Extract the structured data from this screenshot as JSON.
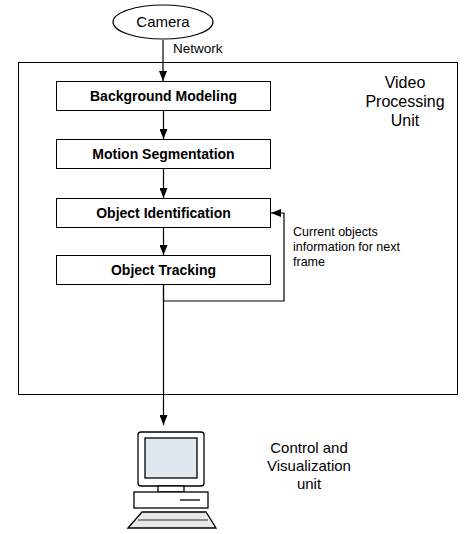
{
  "diagram": {
    "nodes": [
      {
        "text": [
          "Camera"
        ]
      },
      {
        "text": [
          "Video Processing Unit"
        ]
      },
      {
        "text": [
          "Background Modeling"
        ],
        "in": 1
      },
      {
        "text": [
          "Motion Segmentation"
        ],
        "in": 1
      },
      {
        "text": [
          "Object Identification"
        ],
        "in": 1
      },
      {
        "text": [
          "Object Tracking"
        ],
        "in": 1
      },
      {
        "text": [
          "Control and Visualization unit"
        ]
      }
    ],
    "edges": [
      {
        "from": 0,
        "to": 2,
        "label": "Network",
        "arrow": "to"
      },
      {
        "from": 2,
        "to": 3,
        "arrow": "to"
      },
      {
        "from": 3,
        "to": 4,
        "arrow": "to"
      },
      {
        "from": 4,
        "to": 5,
        "arrow": "to"
      },
      {
        "from": 5,
        "to": 4,
        "label": "Current objects information for next frame",
        "arrow": "to"
      },
      {
        "from": 5,
        "to": 6,
        "arrow": "to"
      }
    ]
  }
}
